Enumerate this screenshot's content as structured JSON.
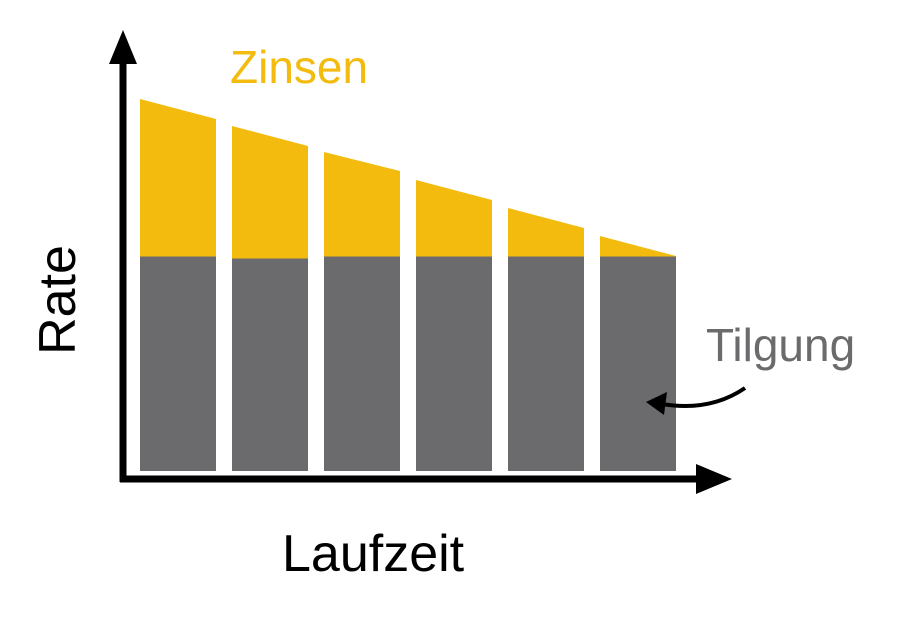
{
  "chart_data": {
    "type": "bar",
    "stacked": true,
    "categories": [
      "",
      "",
      "",
      "",
      "",
      ""
    ],
    "xlabel": "Laufzeit",
    "ylabel": "Rate",
    "series": [
      {
        "name": "Tilgung",
        "values": [
          215,
          213,
          215,
          215,
          215,
          215
        ],
        "color": "#6b6b6d",
        "shape": "flat"
      },
      {
        "name": "Zinsen",
        "start": [
          157,
          132,
          104,
          76,
          48,
          20
        ],
        "end": [
          137,
          112,
          85,
          56,
          28,
          0
        ],
        "color": "#f4bb0f",
        "shape": "sloped"
      }
    ],
    "ylim": [
      0,
      380
    ],
    "grid": false,
    "legend": "inline-annotations"
  }
}
